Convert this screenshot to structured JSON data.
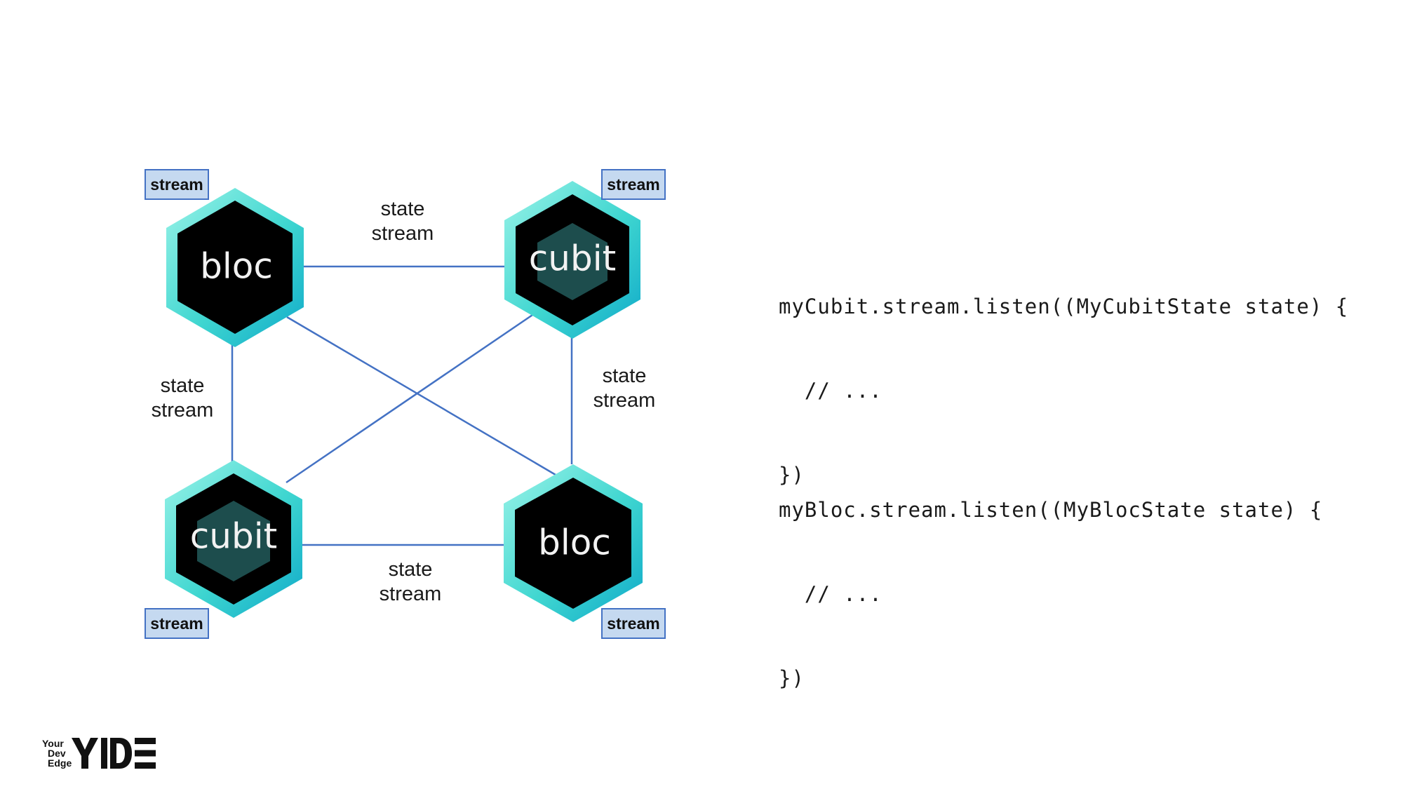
{
  "diagram": {
    "nodes": [
      {
        "label": "bloc",
        "stream_badge": "stream"
      },
      {
        "label": "cubit",
        "stream_badge": "stream"
      },
      {
        "label": "cubit",
        "stream_badge": "stream"
      },
      {
        "label": "bloc",
        "stream_badge": "stream"
      }
    ],
    "edge_labels": [
      {
        "line1": "state",
        "line2": "stream"
      },
      {
        "line1": "state",
        "line2": "stream"
      },
      {
        "line1": "state",
        "line2": "stream"
      },
      {
        "line1": "state",
        "line2": "stream"
      }
    ],
    "colors": {
      "connector": "#4472c4",
      "badge_fill": "#c5d9f0",
      "badge_border": "#4472c4",
      "hex_outer_light": "#8ff0e4",
      "hex_outer_dark": "#14bcd0",
      "hex_inner": "#000000",
      "cubit_inner_hex": "#1d4d4d"
    }
  },
  "code": {
    "cubit_snippet": [
      "myCubit.stream.listen((MyCubitState state) {",
      "  // ...",
      "})"
    ],
    "bloc_snippet": [
      "myBloc.stream.listen((MyBlocState state) {",
      "  // ...",
      "})"
    ]
  },
  "logo": {
    "small_words": [
      "Your",
      "Dev",
      "Edge"
    ],
    "mark": "YDE"
  }
}
